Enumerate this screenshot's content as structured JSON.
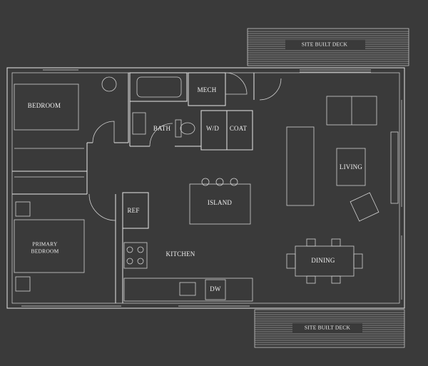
{
  "colors": {
    "background": "#3a3a3a",
    "line": "#e8e8e8"
  },
  "rooms": {
    "bedroom": "BEDROOM",
    "primary_bedroom_line1": "PRIMARY",
    "primary_bedroom_line2": "BEDROOM",
    "bath": "BATH",
    "mech": "MECH",
    "wd": "W/D",
    "coat": "COAT",
    "island": "ISLAND",
    "ref": "REF",
    "kitchen": "KITCHEN",
    "dw": "DW",
    "living": "LIVING",
    "dining": "DINING"
  },
  "decks": {
    "top": "SITE BUILT DECK",
    "bottom": "SITE BUILT DECK"
  }
}
